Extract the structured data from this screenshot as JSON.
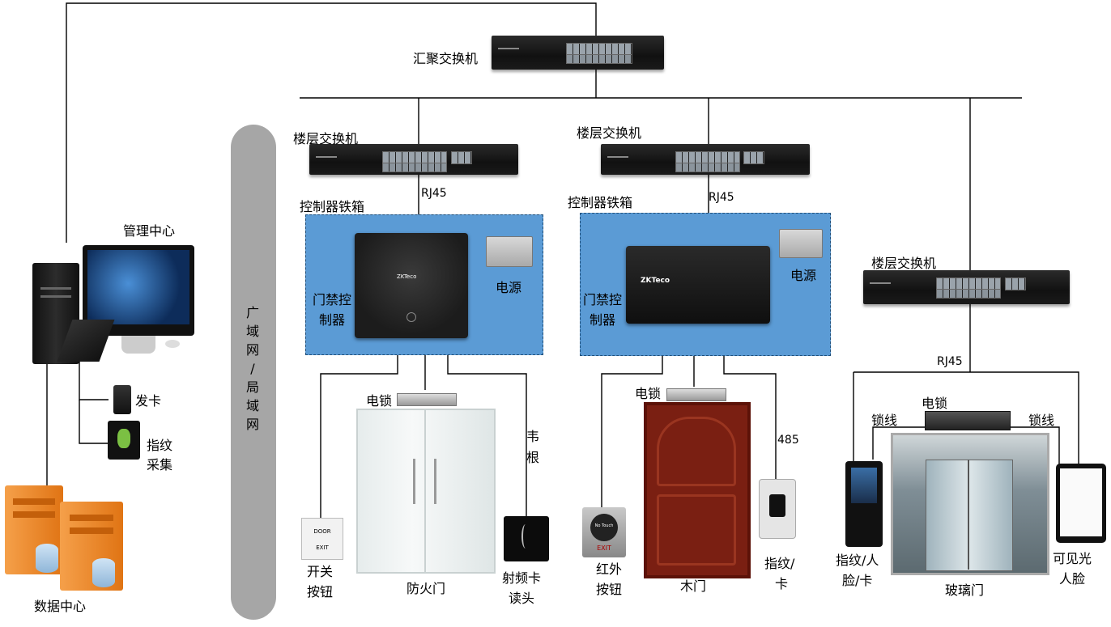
{
  "labels": {
    "core_switch": "汇聚交换机",
    "floor_switch_1": "楼层交换机",
    "floor_switch_2": "楼层交换机",
    "floor_switch_3": "楼层交换机",
    "rj45_1": "RJ45",
    "rj45_2": "RJ45",
    "rj45_3": "RJ45",
    "cabinet_1": "控制器铁箱",
    "cabinet_2": "控制器铁箱",
    "ac_controller_1_line1": "门禁控",
    "ac_controller_1_line2": "制器",
    "ac_controller_2_line1": "门禁控",
    "ac_controller_2_line2": "制器",
    "power_1": "电源",
    "power_2": "电源",
    "mgmt_center": "管理中心",
    "issue_card": "发卡",
    "fingerprint_enroll_line1": "指纹",
    "fingerprint_enroll_line2": "采集",
    "data_center": "数据中心",
    "wan_lan": [
      "广",
      "域",
      "网",
      "/",
      "局",
      "域",
      "网"
    ],
    "lock_1": "电锁",
    "lock_2": "电锁",
    "lock_3": "电锁",
    "wiegand": [
      "韦",
      "根"
    ],
    "rs485": "485",
    "exit_button_line1": "开关",
    "exit_button_line2": "按钮",
    "fire_door": "防火门",
    "rf_reader_line1": "射频卡",
    "rf_reader_line2": "读头",
    "ir_button_line1": "红外",
    "ir_button_line2": "按钮",
    "wood_door": "木门",
    "fp_card_line1": "指纹/",
    "fp_card_line2": "卡",
    "lock_wire_1": "锁线",
    "lock_wire_2": "锁线",
    "fp_face_card_line1": "指纹/人",
    "fp_face_card_line2": "脸/卡",
    "glass_door": "玻璃门",
    "visible_face_line1": "可见光",
    "visible_face_line2": "人脸"
  },
  "device_text": {
    "exit_plate_top": "DOOR",
    "exit_plate_bottom": "EXIT",
    "no_touch": "No Touch",
    "ir_exit": "EXIT",
    "zkteco": "ZKTeco"
  },
  "colors": {
    "cabinet_fill": "#5b9bd5",
    "cabinet_border": "#1f4e79",
    "network_bar": "#a6a6a6",
    "server_orange": "#f08a24",
    "wood_door": "#7a1f12"
  }
}
